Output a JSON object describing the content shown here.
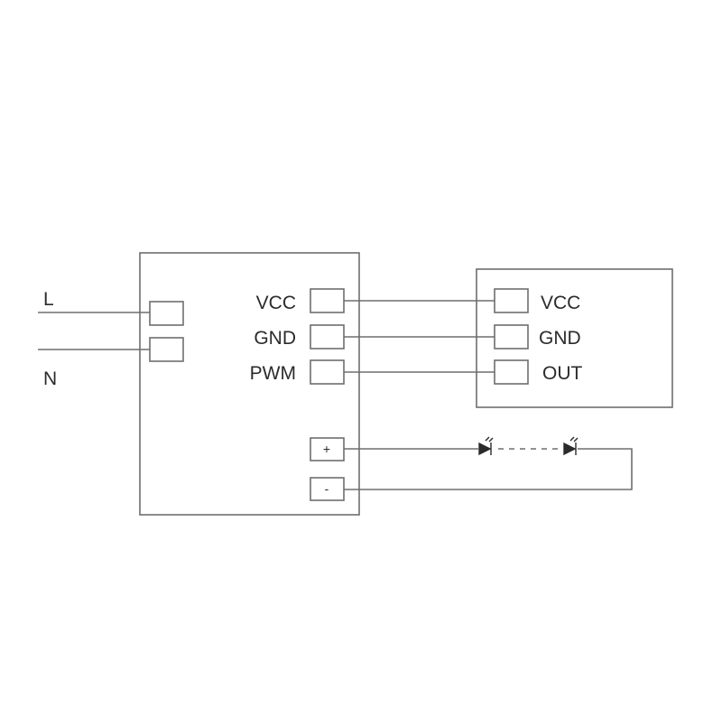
{
  "colors": {
    "stroke": "#6e6e6e",
    "text": "#2b2b2b",
    "background": "#ffffff"
  },
  "mains": {
    "live_label": "L",
    "neutral_label": "N"
  },
  "driver": {
    "vcc_label": "VCC",
    "gnd_label": "GND",
    "pwm_label": "PWM",
    "plus_label": "+",
    "minus_label": "-"
  },
  "sensor": {
    "vcc_label": "VCC",
    "gnd_label": "GND",
    "out_label": "OUT"
  },
  "icons": {
    "led": "led-diode-icon"
  }
}
